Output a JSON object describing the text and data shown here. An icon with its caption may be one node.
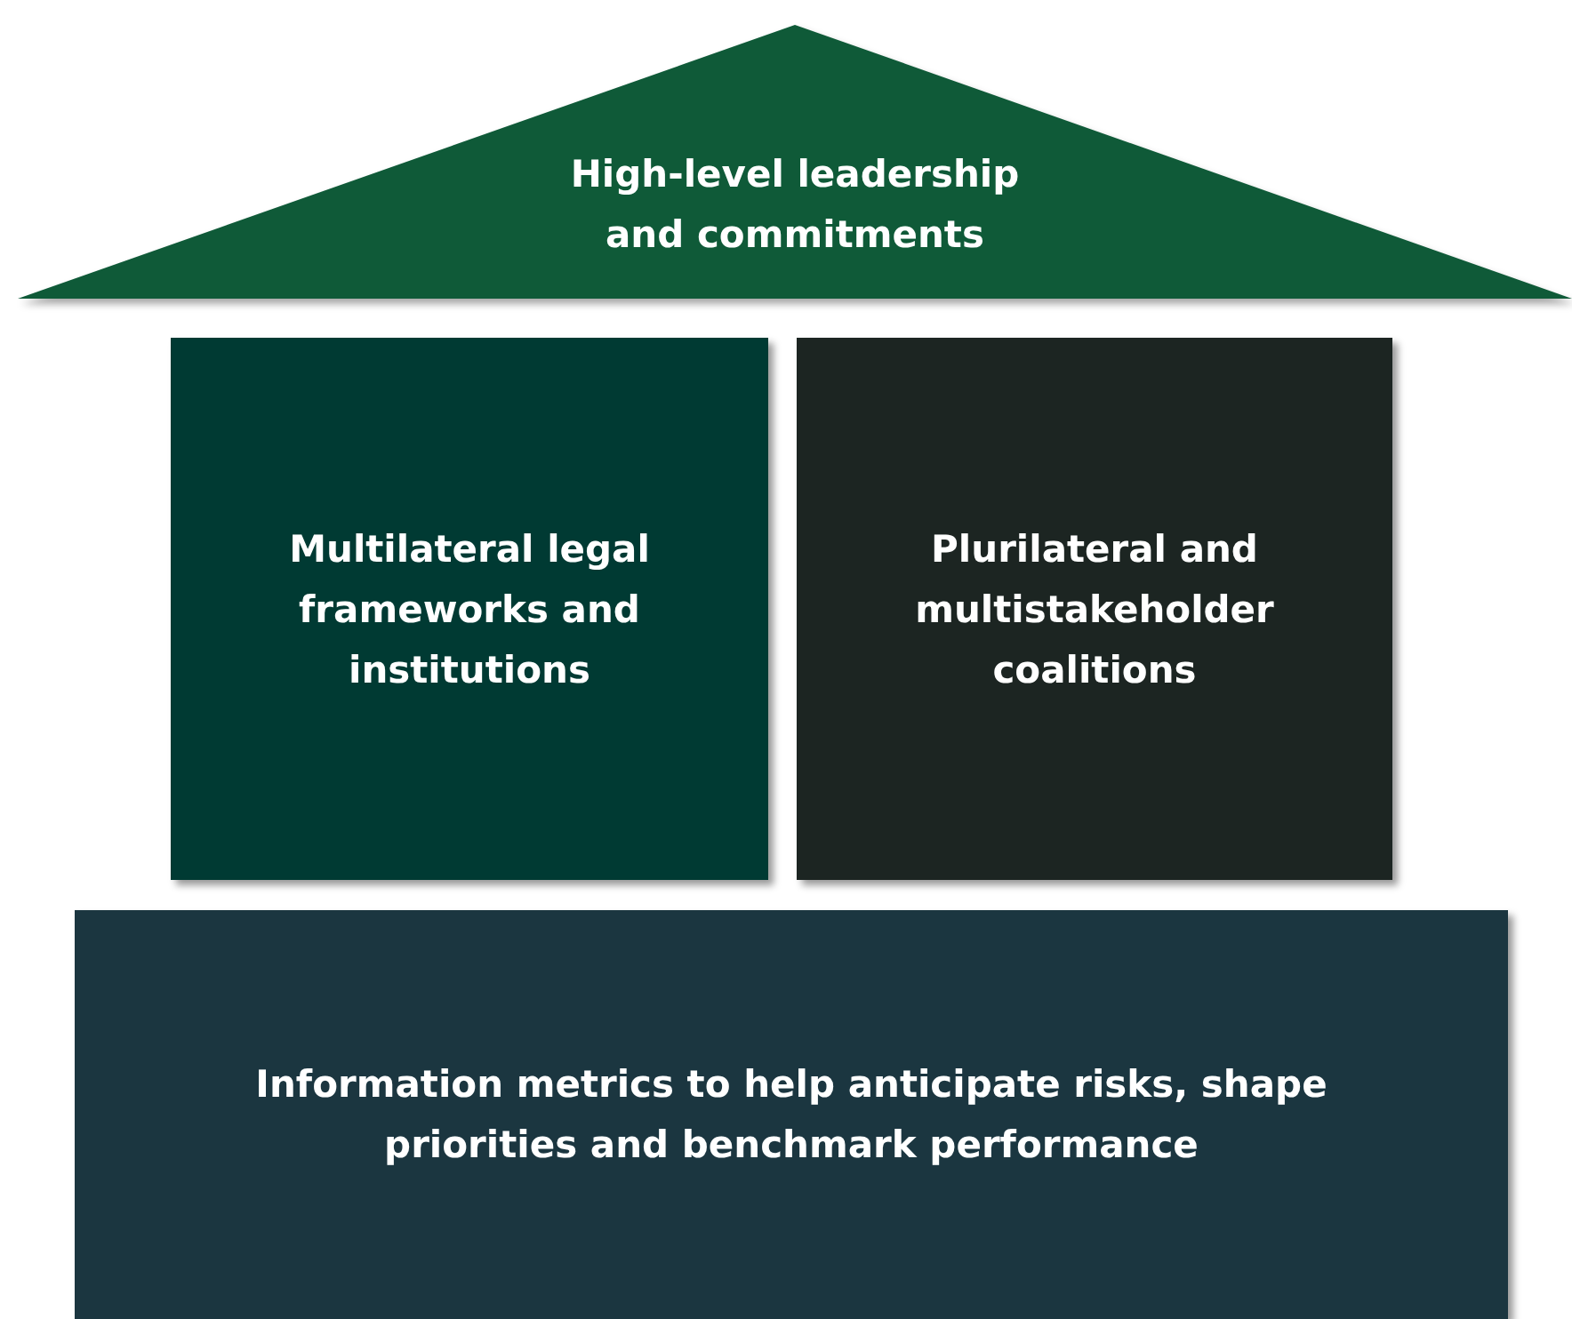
{
  "diagram": {
    "nodes": [
      {
        "text": [
          "High-level leadership and commitments"
        ]
      },
      {
        "text": [
          "Multilateral legal frameworks and institutions"
        ]
      },
      {
        "text": [
          "Plurilateral and multistakeholder coalitions"
        ]
      },
      {
        "text": [
          "Information metrics to help anticipate risks, shape priorities and benchmark performance"
        ]
      }
    ]
  }
}
